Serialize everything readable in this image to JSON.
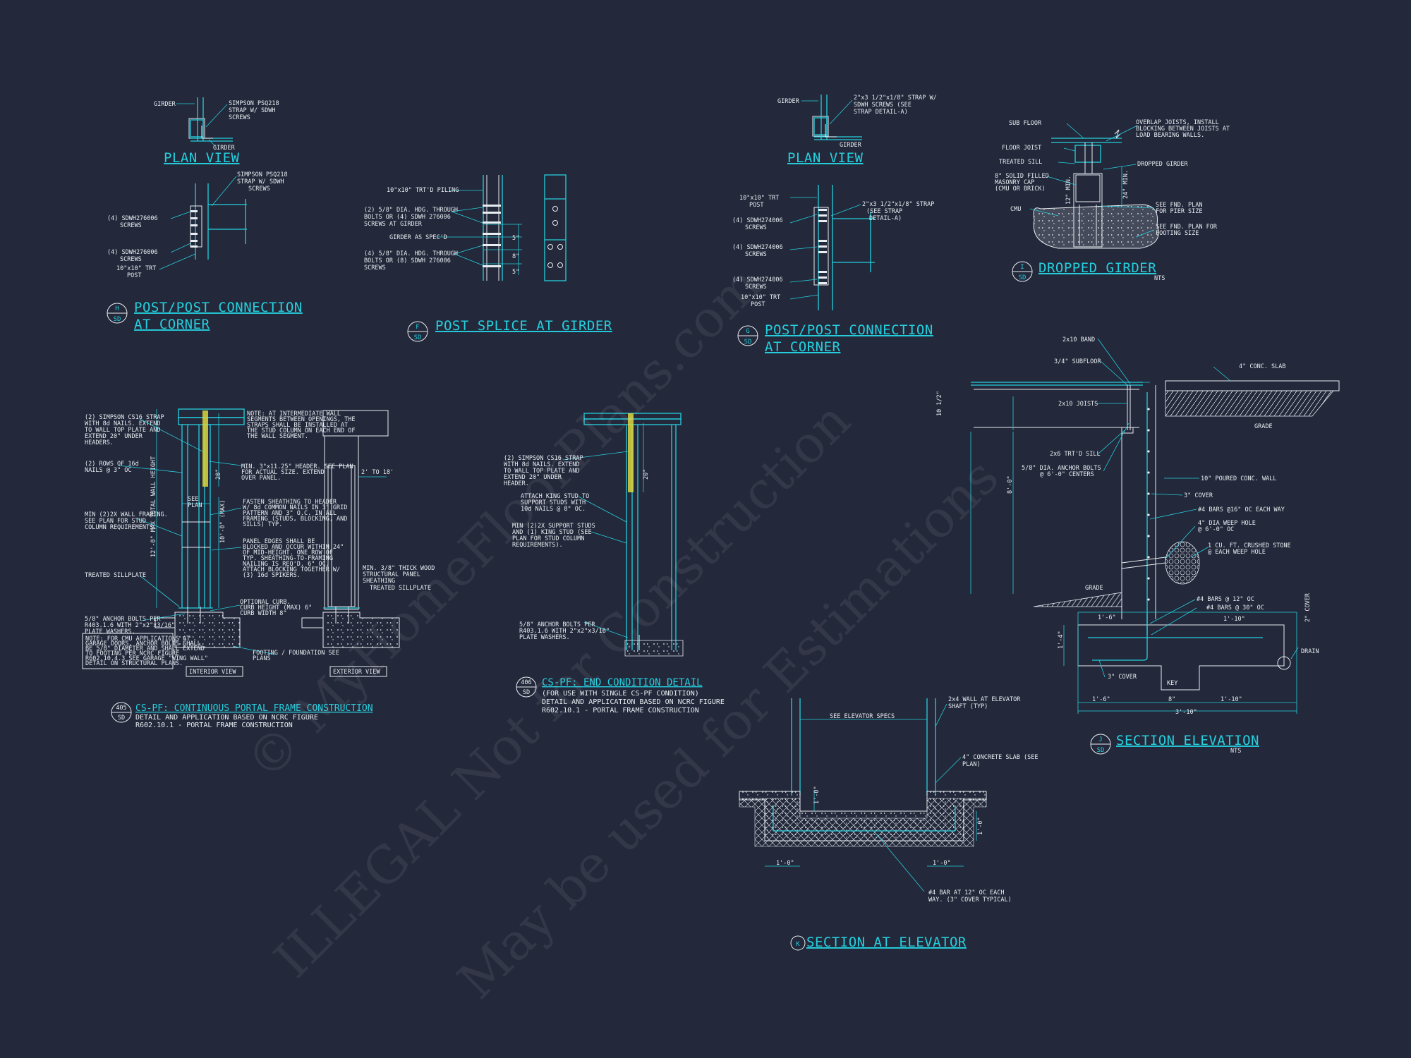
{
  "watermark": {
    "line1": "© MyHomeFloorPlans.com",
    "line2": "ILLEGAL Not for Construction",
    "line3": "May be used for Estimations"
  },
  "details": {
    "h": {
      "plan_title": "PLAN VIEW",
      "plan_labels": [
        "GIRDER",
        "SIMPSON PSQ218",
        "STRAP W/ SDWH",
        "SCREWS",
        "GIRDER"
      ],
      "labels": [
        "SIMPSON PSQ218",
        "STRAP W/ SDWH",
        "SCREWS",
        "(4) SDWH276006",
        "SCREWS",
        "(4) SDWH276006",
        "SCREWS",
        "10\"x10\" TRT",
        "POST"
      ],
      "tag_letter": "H",
      "tag_sheet": "SD",
      "title_1": "POST/POST CONNECTION",
      "title_2": "AT CORNER"
    },
    "f": {
      "labels": [
        "10\"x10\" TRT'D PILING",
        "(2) 5/8\" DIA. HDG. THROUGH",
        "BOLTS OR (4) SDWH 276006",
        "SCREWS AT GIRDER",
        "GIRDER AS SPEC'D",
        "(4) 5/8\" DIA. HDG. THROUGH",
        "BOLTS OR (8) SDWH 276006",
        "SCREWS"
      ],
      "dims": [
        "5\"",
        "8\"",
        "5\""
      ],
      "tag_letter": "F",
      "tag_sheet": "SD",
      "title": "POST SPLICE AT GIRDER"
    },
    "g": {
      "plan_title": "PLAN VIEW",
      "plan_labels": [
        "GIRDER",
        "2\"x3 1/2\"x1/8\" STRAP W/",
        "SDWH SCREWS (SEE",
        "STRAP DETAIL-A)",
        "GIRDER"
      ],
      "labels": [
        "10\"x10\" TRT",
        "POST",
        "(4) SDWH274006",
        "SCREWS",
        "(4) SDWH274006",
        "SCREWS",
        "(4) SDWH274006",
        "SCREWS",
        "10\"x10\" TRT",
        "POST",
        "2\"x3 1/2\"x1/8\" STRAP",
        "(SEE STRAP",
        "DETAIL-A)"
      ],
      "tag_letter": "G",
      "tag_sheet": "SD",
      "title_1": "POST/POST CONNECTION",
      "title_2": "AT CORNER"
    },
    "i": {
      "labels_left": [
        "SUB FLOOR",
        "FLOOR JOIST",
        "TREATED SILL",
        "8\" SOLID FILLED",
        "MASONRY CAP",
        "(CMU OR BRICK)",
        "CMU"
      ],
      "labels_right": [
        "OVERLAP JOISTS, INSTALL",
        "BLOCKING BETWEEN JOISTS AT",
        "LOAD BEARING WALLS.",
        "DROPPED GIRDER",
        "SEE FND. PLAN",
        "FOR PIER SIZE",
        "SEE FND. PLAN FOR",
        "FOOTING SIZE"
      ],
      "dims": [
        "12\" MIN.",
        "24\" MIN."
      ],
      "tag_letter": "I",
      "tag_sheet": "SD",
      "title": "DROPPED GIRDER",
      "scale": "NTS"
    },
    "pf": {
      "labels_left": [
        "(2) SIMPSON CS16 STRAP",
        "WITH 8d NAILS. EXTEND",
        "TO WALL TOP PLATE AND",
        "EXTEND 20\" UNDER",
        "HEADERS.",
        "(2) ROWS OF 16d",
        "NAILS @ 3\" OC",
        "MIN (2)2X WALL FRAMING.",
        "SEE PLAN FOR STUD",
        "COLUMN REQUIREMENTS.",
        "TREATED SILLPLATE",
        "5/8\" ANCHOR BOLTS PER",
        "R403.1.6 WITH 2\"x2\"x3/16\"",
        "PLATE WASHERS."
      ],
      "note_box": [
        "NOTE: FOR CMU APPLICATIONS AT",
        "GARAGE DOORS, ANCHOR BOLTS SHALL",
        "BE 5/8\" DIAMETER AND SHALL EXTEND",
        "TO FOOTING PER NCRC FIGURE",
        "R602.10.4.3 SEE GARAGE \"WING WALL\"",
        "DETAIL ON STRUCTURAL PLANS."
      ],
      "labels_mid": [
        "NOTE: AT INTERMEDIATE WALL",
        "SEGMENTS BETWEEN OPENINGS, THE",
        "STRAPS SHALL BE INSTALLED AT",
        "THE STUD COLUMN ON EACH END OF",
        "THE WALL SEGMENT.",
        "MIN. 3\"x11.25\" HEADER. SEE PLAN",
        "FOR ACTUAL SIZE. EXTEND",
        "OVER PANEL.",
        "FASTEN SHEATHING TO HEADER",
        "W/ 8d COMMON NAILS IN 3\" GRID",
        "PATTERN AND 3\" O.C. IN ALL",
        "FRAMING (STUDS, BLOCKING, AND",
        "SILLS) TYP.",
        "PANEL EDGES SHALL BE",
        "BLOCKED AND OCCUR WITHIN 24\"",
        "OF MID-HEIGHT. ONE ROW OF",
        "TYP. SHEATHING-TO-FRAMING",
        "NAILING IS REQ'D. 6\" OC.",
        "ATTACH BLOCKING TOGETHER W/",
        "(3) 16d SPIKERS.",
        "OPTIONAL CURB.",
        "CURB HEIGHT (MAX) 6\"",
        "CURB WIDTH 8\"",
        "FOOTING / FOUNDATION SEE",
        "PLANS"
      ],
      "labels_right": [
        "2' TO 18'",
        "MIN. 3/8\" THICK WOOD",
        "STRUCTURAL PANEL",
        "SHEATHING",
        "TREATED SILLPLATE"
      ],
      "dims": [
        "20\"",
        "SEE",
        "PLAN",
        "10'-0\" (MAX)",
        "12'-0\" MAX TOTAL WALL HEIGHT"
      ],
      "view_interior": "INTERIOR VIEW",
      "view_exterior": "EXTERIOR VIEW",
      "tag_letter": "405",
      "tag_sheet": "SD",
      "title": "CS-PF: CONTINUOUS PORTAL FRAME CONSTRUCTION",
      "sub_1": "DETAIL AND APPLICATION BASED ON NCRC FIGURE",
      "sub_2": "R602.10.1 - PORTAL FRAME CONSTRUCTION"
    },
    "ec": {
      "labels": [
        "(2) SIMPSON CS16 STRAP",
        "WITH 8d NAILS. EXTEND",
        "TO WALL TOP PLATE AND",
        "EXTEND 20\" UNDER",
        "HEADER.",
        "ATTACH KING STUD TO",
        "SUPPORT STUDS WITH",
        "10d NAILS @ 8\" OC.",
        "MIN (2)2X SUPPORT STUDS",
        "AND (1) KING STUD (SEE",
        "PLAN FOR STUD COLUMN",
        "REQUIREMENTS).",
        "5/8\" ANCHOR BOLTS PER",
        "R403.1.6 WITH 2\"x2\"x3/16\"",
        "PLATE WASHERS."
      ],
      "dims": [
        "20\""
      ],
      "tag_letter": "406",
      "tag_sheet": "SD",
      "title": "CS-PF: END CONDITION DETAIL",
      "sub_1": "(FOR USE WITH SINGLE CS-PF CONDITION)",
      "sub_2": "DETAIL AND APPLICATION BASED ON NCRC FIGURE",
      "sub_3": "R602.10.1 - PORTAL FRAME CONSTRUCTION"
    },
    "j": {
      "labels_left": [
        "2x10 BAND",
        "3/4\" SUBFLOOR",
        "2x10 JOISTS",
        "2x6 TRT'D SILL",
        "5/8\" DIA. ANCHOR BOLTS",
        "@ 6'-0\" CENTERS",
        "GRADE"
      ],
      "labels_right": [
        "4\" CONC. SLAB",
        "GRADE",
        "10\" POURED CONC. WALL",
        "3\" COVER",
        "#4 BARS @16\" OC EACH WAY",
        "4\" DIA WEEP HOLE",
        "@ 6'-0\" OC",
        "1 CU. FT. CRUSHED STONE",
        "@ EACH WEEP HOLE",
        "#4 BARS @ 12\" OC",
        "#4 BARS @ 30\" OC",
        "2\" COVER",
        "DRAIN",
        "3\" COVER",
        "KEY"
      ],
      "dims": [
        "1'-6\"",
        "1'-6\"",
        "8\"",
        "1'-10\"",
        "1'-4\"",
        "1'-10\"",
        "3'-10\"",
        "10 1/2\"",
        "8'-0\""
      ],
      "tag_letter": "J",
      "tag_sheet": "SD",
      "title": "SECTION ELEVATION",
      "scale": "NTS"
    },
    "k": {
      "labels": [
        "2x4 WALL AT ELEVATOR",
        "SHAFT (TYP)",
        "SEE ELEVATOR SPECS",
        "4\" CONCRETE SLAB (SEE",
        "PLAN)",
        "#4 BAR AT 12\" OC EACH",
        "WAY. (3\" COVER TYPICAL)"
      ],
      "dims": [
        "1'-0\"",
        "1'-0\"",
        "1'-0\"",
        "1'-0\""
      ],
      "tag_letter": "K",
      "title": "SECTION AT ELEVATOR"
    }
  }
}
